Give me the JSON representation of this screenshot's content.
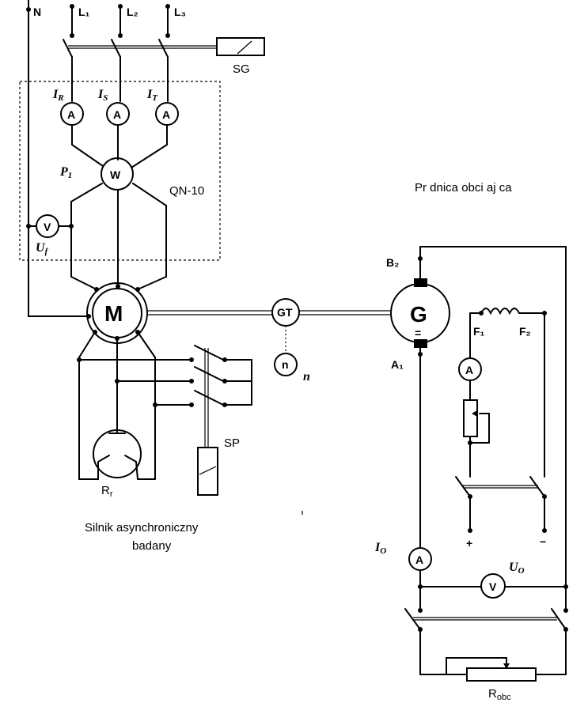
{
  "labels": {
    "n_line": "N",
    "l1": "L₁",
    "l2": "L₂",
    "l3": "L₃",
    "sg": "SG",
    "ir": "I",
    "ir_sub": "R",
    "is": "I",
    "is_sub": "S",
    "it": "I",
    "it_sub": "T",
    "p1": "P",
    "p1_sub": "1",
    "qn": "QN-10",
    "uf": "U",
    "uf_sub": "f",
    "m": "M",
    "gt": "GT",
    "n_meter": "n",
    "n_speed": "n",
    "g": "G",
    "g_eq": "=",
    "b2": "B₂",
    "a1": "A₁",
    "f1": "F₁",
    "f2": "F₂",
    "sp": "SP",
    "rr": "R",
    "rr_sub": "r",
    "motor_caption_1": "Silnik asynchroniczny",
    "motor_caption_2": "badany",
    "generator_caption": "Pr  dnica obci    aj  ca",
    "io": "I",
    "io_sub": "O",
    "uo": "U",
    "uo_sub": "O",
    "plus": "+",
    "minus": "−",
    "robc": "R",
    "robc_sub": "obc"
  },
  "meters": {
    "ammeter": "A",
    "wattmeter": "W",
    "voltmeter": "V"
  }
}
